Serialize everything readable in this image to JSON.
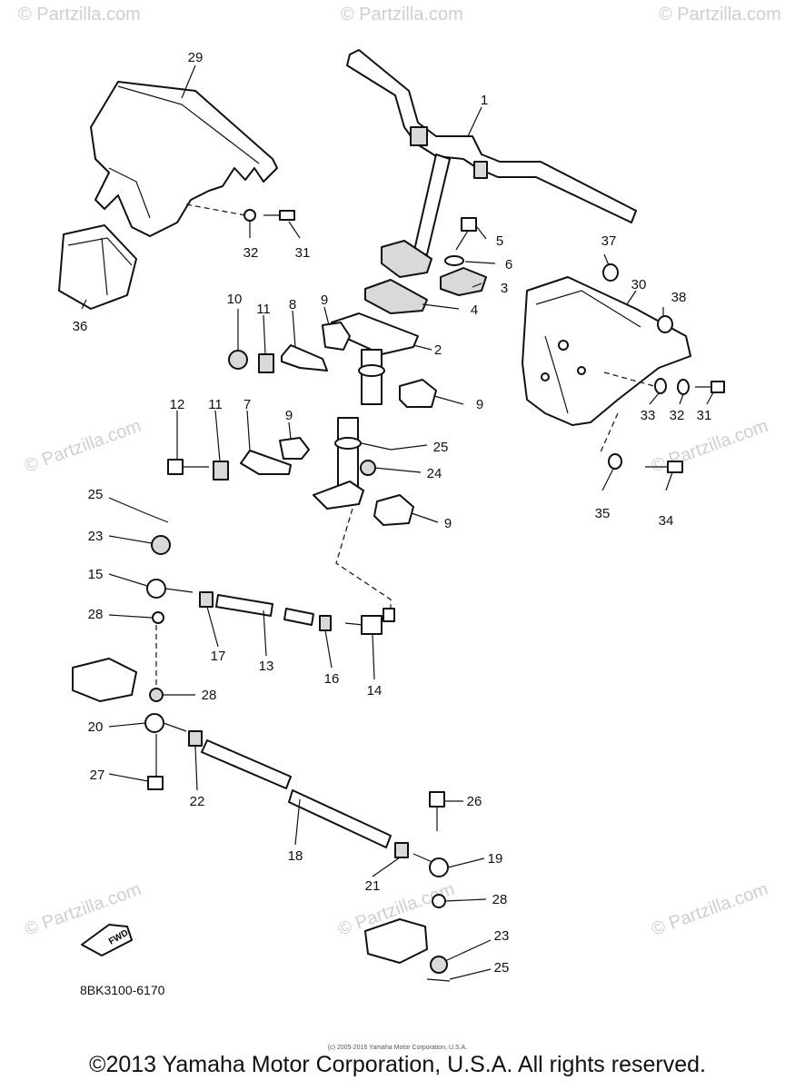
{
  "watermark": {
    "text": "© Partzilla.com",
    "color": "#cfcfcf"
  },
  "diagram_code": "8BK3100-6170",
  "fwd_label": "FWD",
  "copyright": "©2013 Yamaha Motor Corporation, U.S.A. All rights reserved.",
  "small_credit": "(c) 2005-2016 Yamaha Motor Corporation, U.S.A.",
  "callouts": {
    "c1": "1",
    "c2": "2",
    "c3": "3",
    "c4": "4",
    "c5": "5",
    "c6": "6",
    "c7": "7",
    "c8": "8",
    "c9a": "9",
    "c9b": "9",
    "c9c": "9",
    "c9d": "9",
    "c10": "10",
    "c11a": "11",
    "c11b": "11",
    "c12": "12",
    "c13": "13",
    "c14": "14",
    "c15": "15",
    "c16": "16",
    "c17": "17",
    "c18": "18",
    "c19": "19",
    "c20": "20",
    "c21": "21",
    "c22": "22",
    "c23a": "23",
    "c23b": "23",
    "c24": "24",
    "c25a": "25",
    "c25b": "25",
    "c25c": "25",
    "c26": "26",
    "c27": "27",
    "c28a": "28",
    "c28b": "28",
    "c28c": "28",
    "c29": "29",
    "c30": "30",
    "c31a": "31",
    "c31b": "31",
    "c32a": "32",
    "c32b": "32",
    "c33": "33",
    "c34": "34",
    "c35": "35",
    "c36": "36",
    "c37": "37",
    "c38": "38"
  }
}
